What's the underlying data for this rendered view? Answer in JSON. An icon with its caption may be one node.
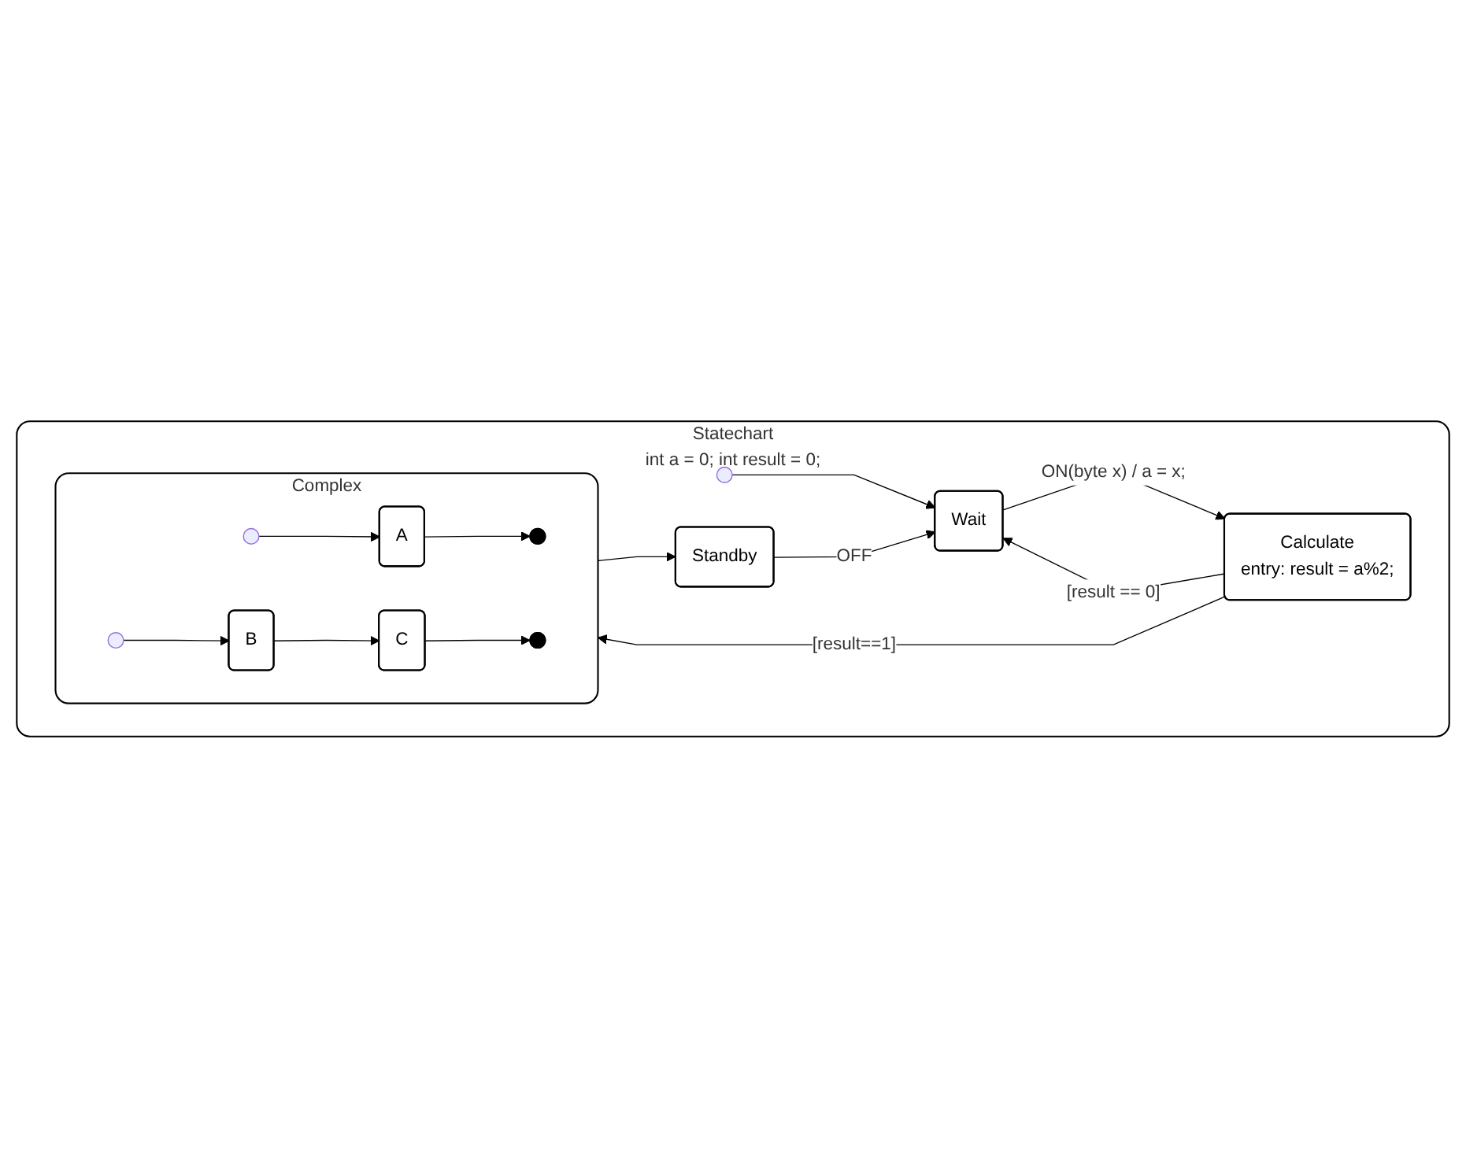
{
  "diagram": {
    "nodes": [
      {
        "text": [
          "Statechart",
          "int a = 0; int result = 0;"
        ]
      },
      {
        "text": [],
        "shape": "circle",
        "in": 0
      },
      {
        "text": [
          "Wait"
        ],
        "in": 0
      },
      {
        "text": [
          "Calculate",
          "entry: result = a%2;"
        ],
        "in": 0
      },
      {
        "text": [
          "Standby"
        ],
        "in": 0
      },
      {
        "text": [
          "Complex"
        ],
        "in": 0
      },
      {
        "text": [],
        "shape": "circle",
        "in": 5
      },
      {
        "text": [
          "A"
        ],
        "in": 5
      },
      {
        "text": [],
        "shape": "circle",
        "in": 5
      },
      {
        "text": [],
        "shape": "circle",
        "in": 5
      },
      {
        "text": [
          "B"
        ],
        "in": 5
      },
      {
        "text": [
          "C"
        ],
        "in": 5
      },
      {
        "text": [],
        "shape": "circle",
        "in": 5
      }
    ],
    "edges": [
      {
        "from": 1,
        "to": 2,
        "arrow": "to"
      },
      {
        "from": 2,
        "to": 3,
        "arrow": "to",
        "label": "ON(byte x) / a = x;"
      },
      {
        "from": 3,
        "to": 2,
        "arrow": "to",
        "label": "[result == 0]"
      },
      {
        "from": 3,
        "to": 5,
        "arrow": "to",
        "label": "[result==1]"
      },
      {
        "from": 4,
        "to": 2,
        "arrow": "to",
        "label": "OFF"
      },
      {
        "from": 5,
        "to": 4,
        "arrow": "to"
      },
      {
        "from": 6,
        "to": 7,
        "arrow": "to"
      },
      {
        "from": 7,
        "to": 8,
        "arrow": "to"
      },
      {
        "from": 9,
        "to": 10,
        "arrow": "to"
      },
      {
        "from": 10,
        "to": 11,
        "arrow": "to"
      },
      {
        "from": 11,
        "to": 12,
        "arrow": "to"
      }
    ]
  }
}
